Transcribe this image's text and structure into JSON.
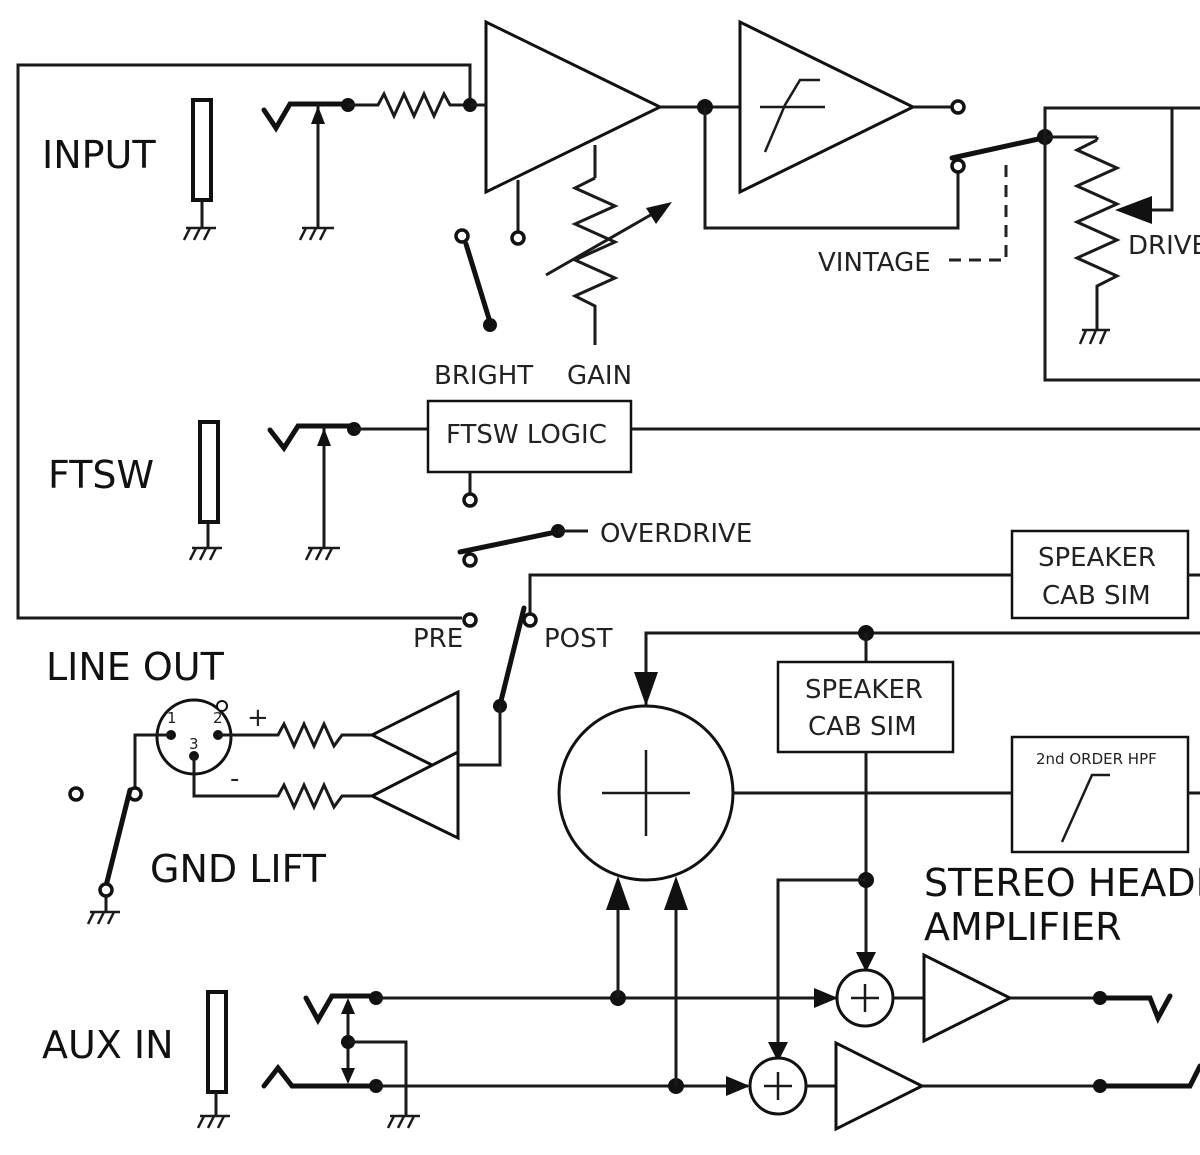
{
  "labels": {
    "input": "INPUT",
    "ftsw": "FTSW",
    "line_out": "LINE OUT",
    "gnd_lift": "GND LIFT",
    "aux_in": "AUX IN",
    "bright": "BRIGHT",
    "gain": "GAIN",
    "vintage": "VINTAGE",
    "drive": "DRIVE",
    "overdrive": "OVERDRIVE",
    "pre": "PRE",
    "post": "POST",
    "stereo_headphone": "STEREO HEADPH",
    "amplifier": "AMPLIFIER",
    "xlr_pin_1": "1",
    "xlr_pin_2": "2",
    "xlr_pin_3": "3",
    "plus_sign": "+",
    "minus_sign": "-"
  },
  "blocks": {
    "ftsw_logic": "FTSW LOGIC",
    "speaker_cab_sim_1_line1": "SPEAKER",
    "speaker_cab_sim_1_line2": "CAB SIM",
    "speaker_cab_sim_2_line1": "SPEAKER",
    "speaker_cab_sim_2_line2": "CAB SIM",
    "hpf": "2nd ORDER HPF"
  }
}
